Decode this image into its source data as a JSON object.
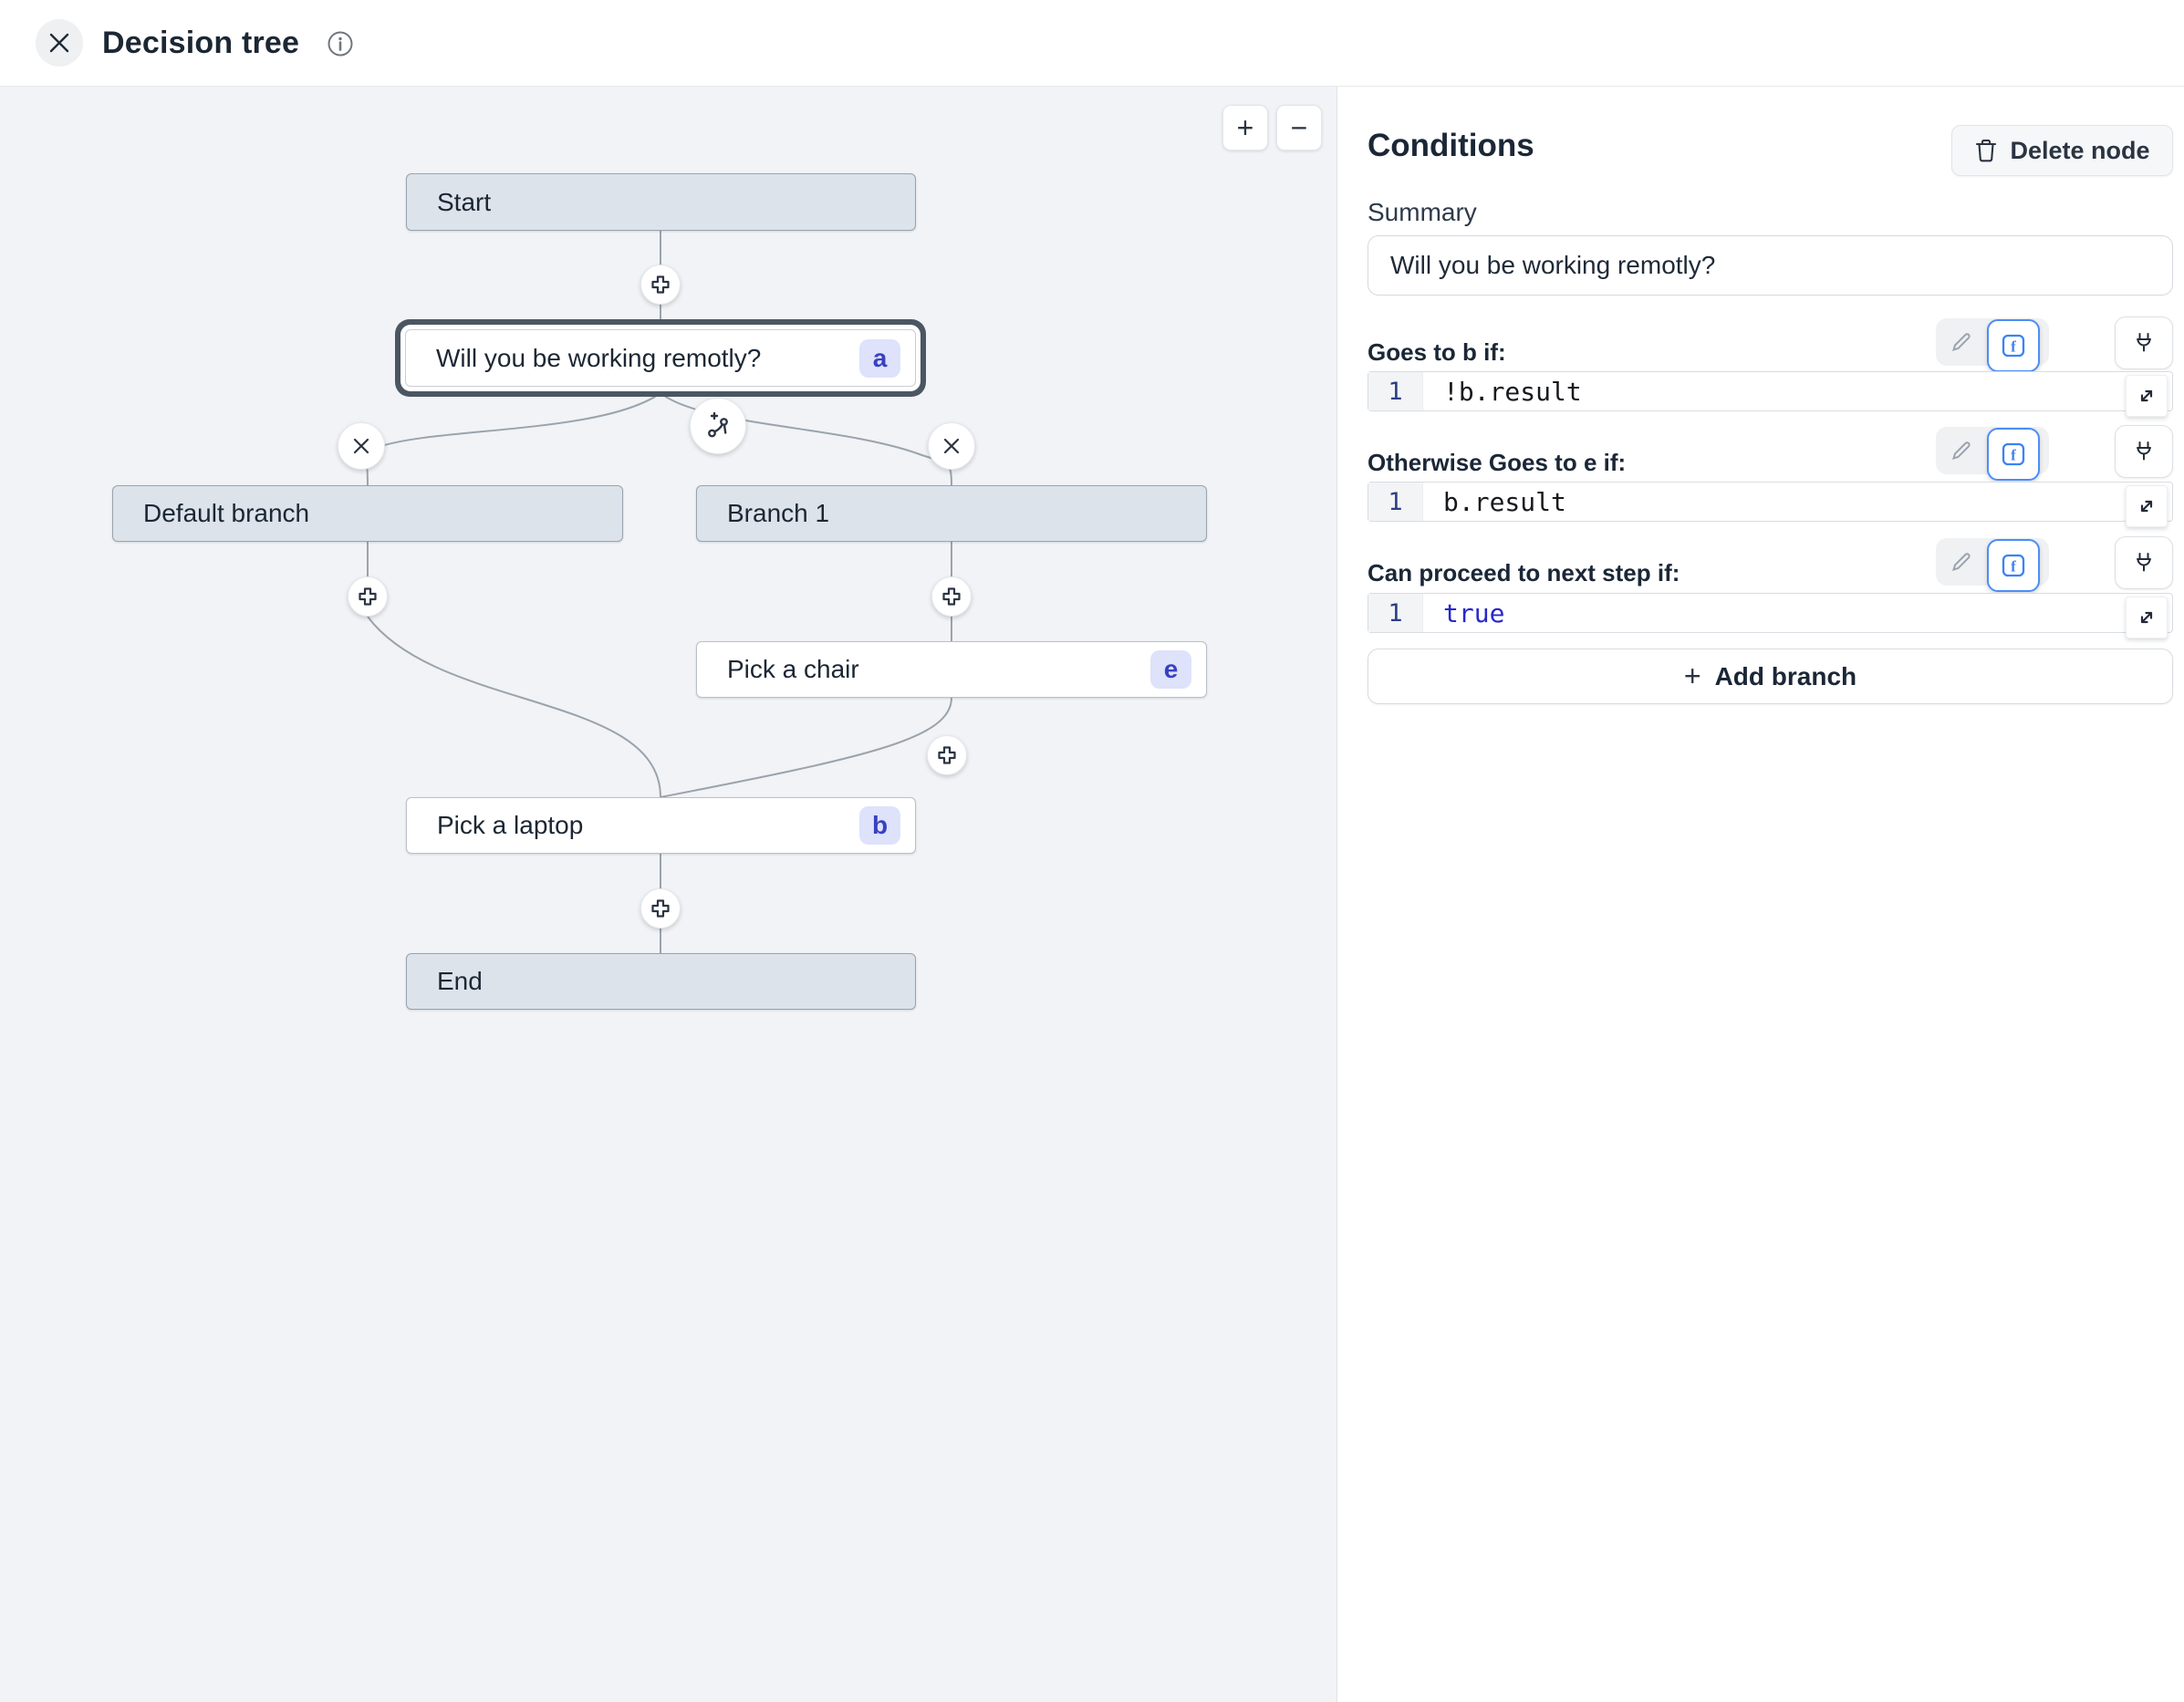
{
  "header": {
    "title": "Decision tree"
  },
  "canvas": {
    "zoom_in": "+",
    "zoom_out": "−",
    "nodes": [
      {
        "id": "start",
        "label": "Start",
        "badge": ""
      },
      {
        "id": "decision",
        "label": "Will you be working remotly?",
        "badge": "a"
      },
      {
        "id": "default-branch",
        "label": "Default branch",
        "badge": ""
      },
      {
        "id": "branch-1",
        "label": "Branch 1",
        "badge": ""
      },
      {
        "id": "pick-a-chair",
        "label": "Pick a chair",
        "badge": "e"
      },
      {
        "id": "pick-a-laptop",
        "label": "Pick a laptop",
        "badge": "b"
      },
      {
        "id": "end",
        "label": "End",
        "badge": ""
      }
    ]
  },
  "panel": {
    "title": "Conditions",
    "delete_button": "Delete node",
    "summary_label": "Summary",
    "summary_value": "Will you be working remotly?",
    "conditions": [
      {
        "label": "Goes to b if:",
        "line": "1",
        "code": "!b.result"
      },
      {
        "label": "Otherwise Goes to e if:",
        "line": "1",
        "code": "b.result"
      },
      {
        "label": "Can proceed to next step if:",
        "line": "1",
        "code": "true"
      }
    ],
    "add_branch": {
      "plus": "+",
      "label": "Add branch"
    }
  },
  "colors": {
    "canvas_bg": "#f1f3f6",
    "node_gray_fill": "#dce3eb",
    "node_gray_border": "#99a3af",
    "node_white_border": "#b9c0ca",
    "selection_ring": "#4b5663",
    "badge_bg": "#dee2fa",
    "badge_text": "#3a41c0",
    "edge": "#9aa3ad",
    "accent_blue": "#4c8df6",
    "keyword_blue": "#2727cc",
    "line_number": "#2c3f85",
    "text_dark": "#1c2734"
  }
}
